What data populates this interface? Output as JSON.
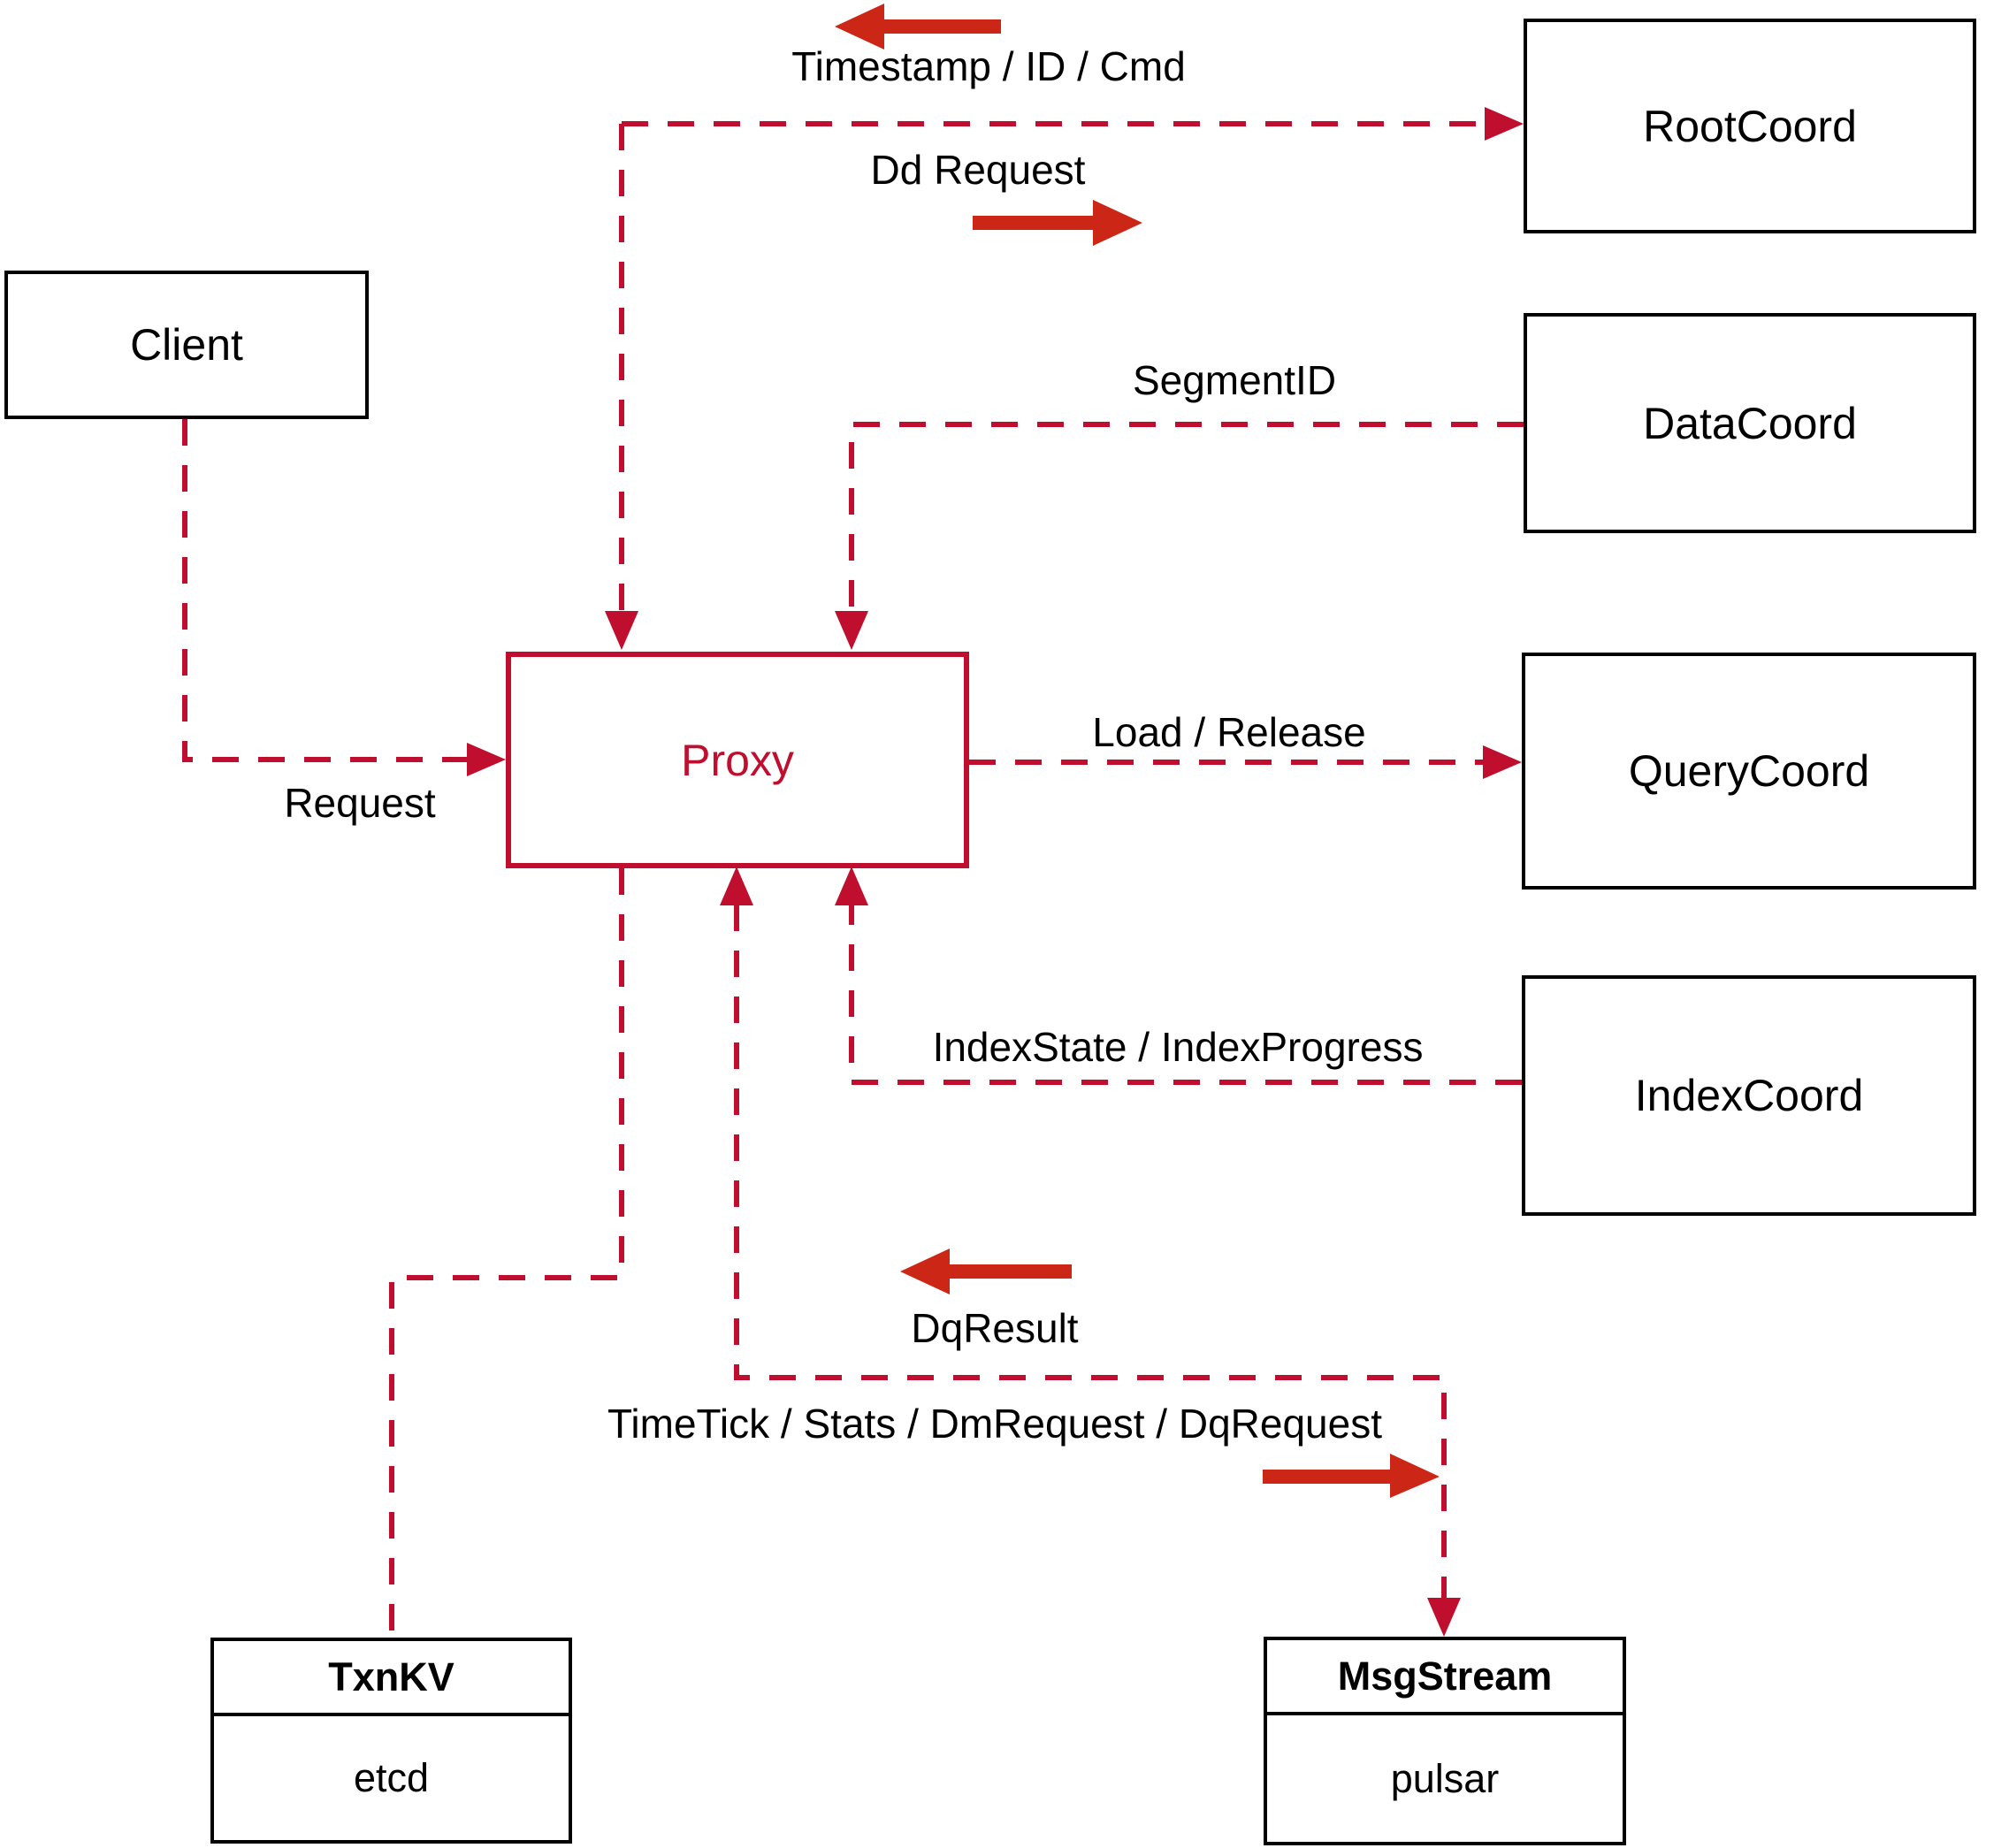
{
  "diagram_type": "architecture-diagram",
  "nodes": {
    "client": {
      "label": "Client"
    },
    "rootcoord": {
      "label": "RootCoord"
    },
    "datacoord": {
      "label": "DataCoord"
    },
    "querycoord": {
      "label": "QueryCoord"
    },
    "indexcoord": {
      "label": "IndexCoord"
    },
    "proxy": {
      "label": "Proxy"
    },
    "txnkv": {
      "title": "TxnKV",
      "value": "etcd"
    },
    "msgstream": {
      "title": "MsgStream",
      "value": "pulsar"
    }
  },
  "edges": {
    "timestamp": {
      "label": "Timestamp / ID / Cmd",
      "direction": "to-proxy-and-rootcoord"
    },
    "dd_request": {
      "label": "Dd Request",
      "direction": "to-rootcoord"
    },
    "segment_id": {
      "label": "SegmentID",
      "direction": "datacoord-to-proxy"
    },
    "request": {
      "label": "Request",
      "direction": "client-to-proxy"
    },
    "load_release": {
      "label": "Load / Release",
      "direction": "proxy-to-querycoord"
    },
    "index_state": {
      "label": "IndexState / IndexProgress",
      "direction": "indexcoord-to-proxy"
    },
    "dq_result": {
      "label": "DqResult",
      "direction": "msgstream-to-proxy"
    },
    "time_tick": {
      "label": "TimeTick / Stats / DmRequest / DqRequest",
      "direction": "proxy-to-msgstream"
    }
  },
  "colors": {
    "dashed_line": "#C00E2E",
    "solid_arrow": "#CB2616",
    "box_border": "#000000",
    "proxy_accent": "#C00E2E",
    "text": "#000000",
    "background": "#FFFFFF"
  }
}
